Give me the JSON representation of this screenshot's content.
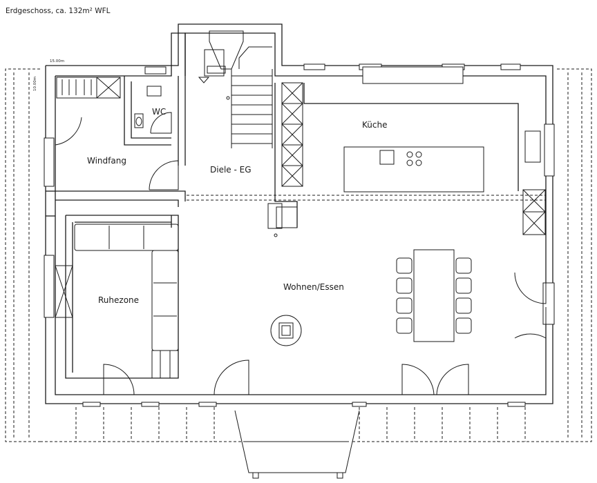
{
  "caption": "Erdgeschoss, ca. 132m² WFL",
  "dimensions": {
    "width_label": "15.00m",
    "depth_label": "10.00m"
  },
  "rooms": {
    "kueche": "Küche",
    "wc": "WC",
    "windfang": "Windfang",
    "diele": "Diele - EG",
    "ruhezone": "Ruhezone",
    "wohnen": "Wohnen/Essen"
  },
  "colors": {
    "line": "#1a1a1a",
    "background": "#ffffff"
  }
}
